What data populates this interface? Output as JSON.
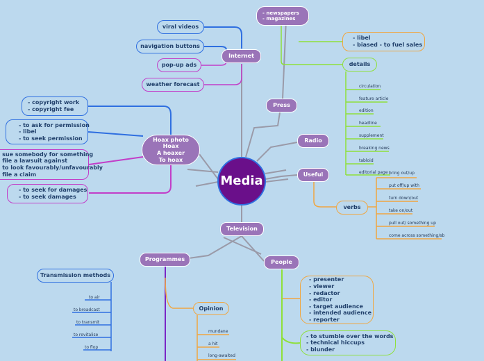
{
  "central": "Media",
  "internet": {
    "label": "Internet",
    "children": [
      "viral videos",
      "navigation buttons",
      "pop-up ads",
      "weather forecast"
    ]
  },
  "press": {
    "label": "Press",
    "papers": "- newspapers\n- magazines",
    "libel": "- libel\n- biased - to fuel sales",
    "details": {
      "label": "details",
      "items": [
        "circulation",
        "feature article",
        "edition",
        "headline",
        "supplement",
        "breaking news",
        "tabloid",
        "editorial page"
      ]
    }
  },
  "radio": {
    "label": "Radio"
  },
  "useful": {
    "label": "Useful",
    "verbs": {
      "label": "verbs",
      "items": [
        "bring out/up",
        "put off/up with",
        "turn down/out",
        "take on/out",
        "pull out/ something up",
        "come across something/sb"
      ]
    }
  },
  "hoax": {
    "label": "Hoax photo\nHoax\nA hoaxer\nTo hoax",
    "children": [
      "- copyright work\n- copyright fee",
      "- to ask for permission\n- libel\n- to seek permission",
      "- sue somebody for something\n- file a lawsuit against\n- to look favourably/unfavourably\n- file a claim",
      "- to seek for damages\n- to seek damages"
    ]
  },
  "television": {
    "label": "Television"
  },
  "programmes": {
    "label": "Programmes",
    "transmission": {
      "label": "Transmission methods",
      "items": [
        "to air",
        "to broadcast",
        "to transmit",
        "to revitalise",
        "to flop"
      ]
    },
    "opinion": {
      "label": "Opinion",
      "items": [
        "mundane",
        "a hit",
        "long-awaited"
      ]
    }
  },
  "people": {
    "label": "People",
    "roles": "- presenter\n- viewer\n- redactor\n- editor\n- target audience\n- intended audience\n- reporter",
    "phrases": "- to stumble over the words\n- technical hiccups\n- blunder"
  },
  "colors": {
    "background": "#bcd9ee",
    "branch_purple": "#9a74b8",
    "central": "#6a0f8a",
    "blue": "#2f6fe0",
    "magenta": "#c23ec8",
    "orange": "#f0a640",
    "green": "#8ee03a",
    "connector": "#9a9aa8"
  }
}
